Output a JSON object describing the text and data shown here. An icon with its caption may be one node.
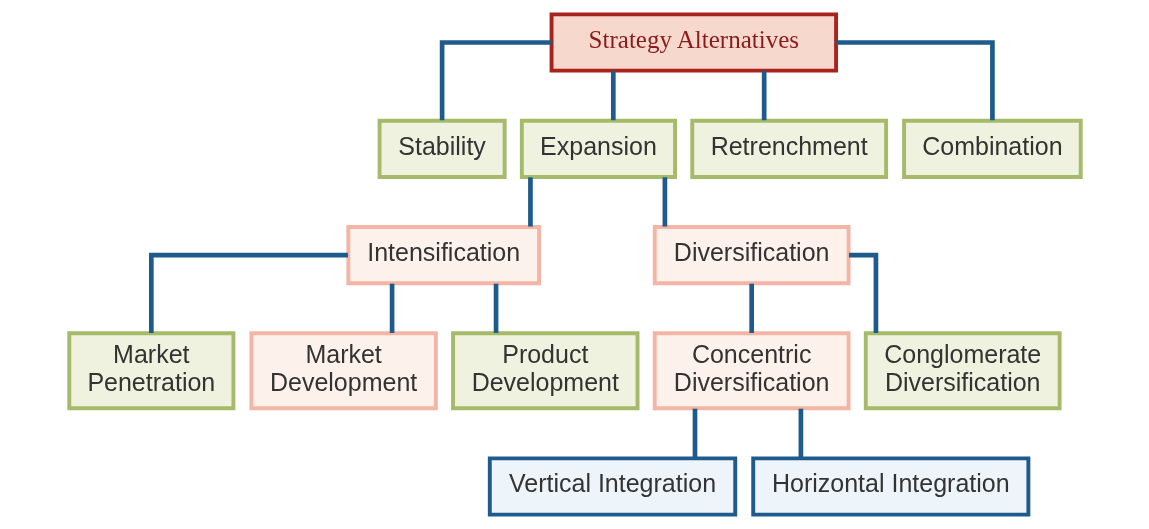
{
  "diagram": {
    "nodes": [
      {
        "text": [
          "Strategy Alternatives"
        ]
      },
      {
        "text": [
          "Stability"
        ]
      },
      {
        "text": [
          "Expansion"
        ]
      },
      {
        "text": [
          "Retrenchment"
        ]
      },
      {
        "text": [
          "Combination"
        ]
      },
      {
        "text": [
          "Intensification"
        ]
      },
      {
        "text": [
          "Diversification"
        ]
      },
      {
        "text": [
          "Market Penetration"
        ]
      },
      {
        "text": [
          "Market Development"
        ]
      },
      {
        "text": [
          "Product Development"
        ]
      },
      {
        "text": [
          "Concentric Diversification"
        ]
      },
      {
        "text": [
          "Conglomerate Diversification"
        ]
      },
      {
        "text": [
          "Vertical Integration"
        ]
      },
      {
        "text": [
          "Horizontal Integration"
        ]
      }
    ],
    "edges": [
      {
        "from": 0,
        "to": 1,
        "arrow": "none"
      },
      {
        "from": 0,
        "to": 2,
        "arrow": "none"
      },
      {
        "from": 0,
        "to": 3,
        "arrow": "none"
      },
      {
        "from": 0,
        "to": 4,
        "arrow": "none"
      },
      {
        "from": 2,
        "to": 5,
        "arrow": "none"
      },
      {
        "from": 2,
        "to": 6,
        "arrow": "none"
      },
      {
        "from": 5,
        "to": 7,
        "arrow": "none"
      },
      {
        "from": 5,
        "to": 8,
        "arrow": "none"
      },
      {
        "from": 5,
        "to": 9,
        "arrow": "none"
      },
      {
        "from": 6,
        "to": 10,
        "arrow": "none"
      },
      {
        "from": 6,
        "to": 11,
        "arrow": "none"
      },
      {
        "from": 10,
        "to": 12,
        "arrow": "none"
      },
      {
        "from": 10,
        "to": 13,
        "arrow": "none"
      }
    ]
  }
}
